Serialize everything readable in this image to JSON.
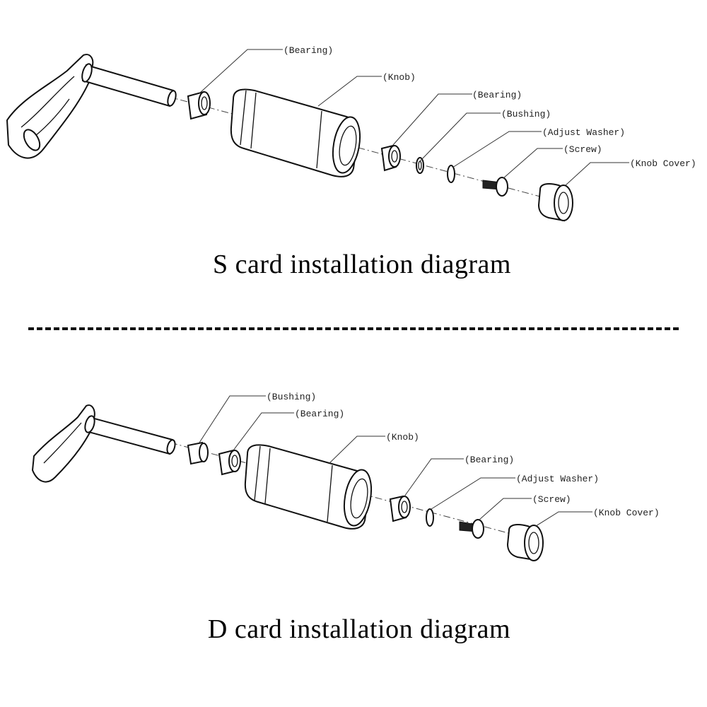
{
  "s_card": {
    "caption": "S card installation diagram",
    "labels": {
      "bearing_1": "(Bearing)",
      "knob": "(Knob)",
      "bearing_2": "(Bearing)",
      "bushing": "(Bushing)",
      "adjust_washer": "(Adjust Washer)",
      "screw": "(Screw)",
      "knob_cover": "(Knob Cover)"
    }
  },
  "d_card": {
    "caption": "D card installation diagram",
    "labels": {
      "bushing": "(Bushing)",
      "bearing_1": "(Bearing)",
      "knob": "(Knob)",
      "bearing_2": "(Bearing)",
      "adjust_washer": "(Adjust Washer)",
      "screw": "(Screw)",
      "knob_cover": "(Knob Cover)"
    }
  }
}
